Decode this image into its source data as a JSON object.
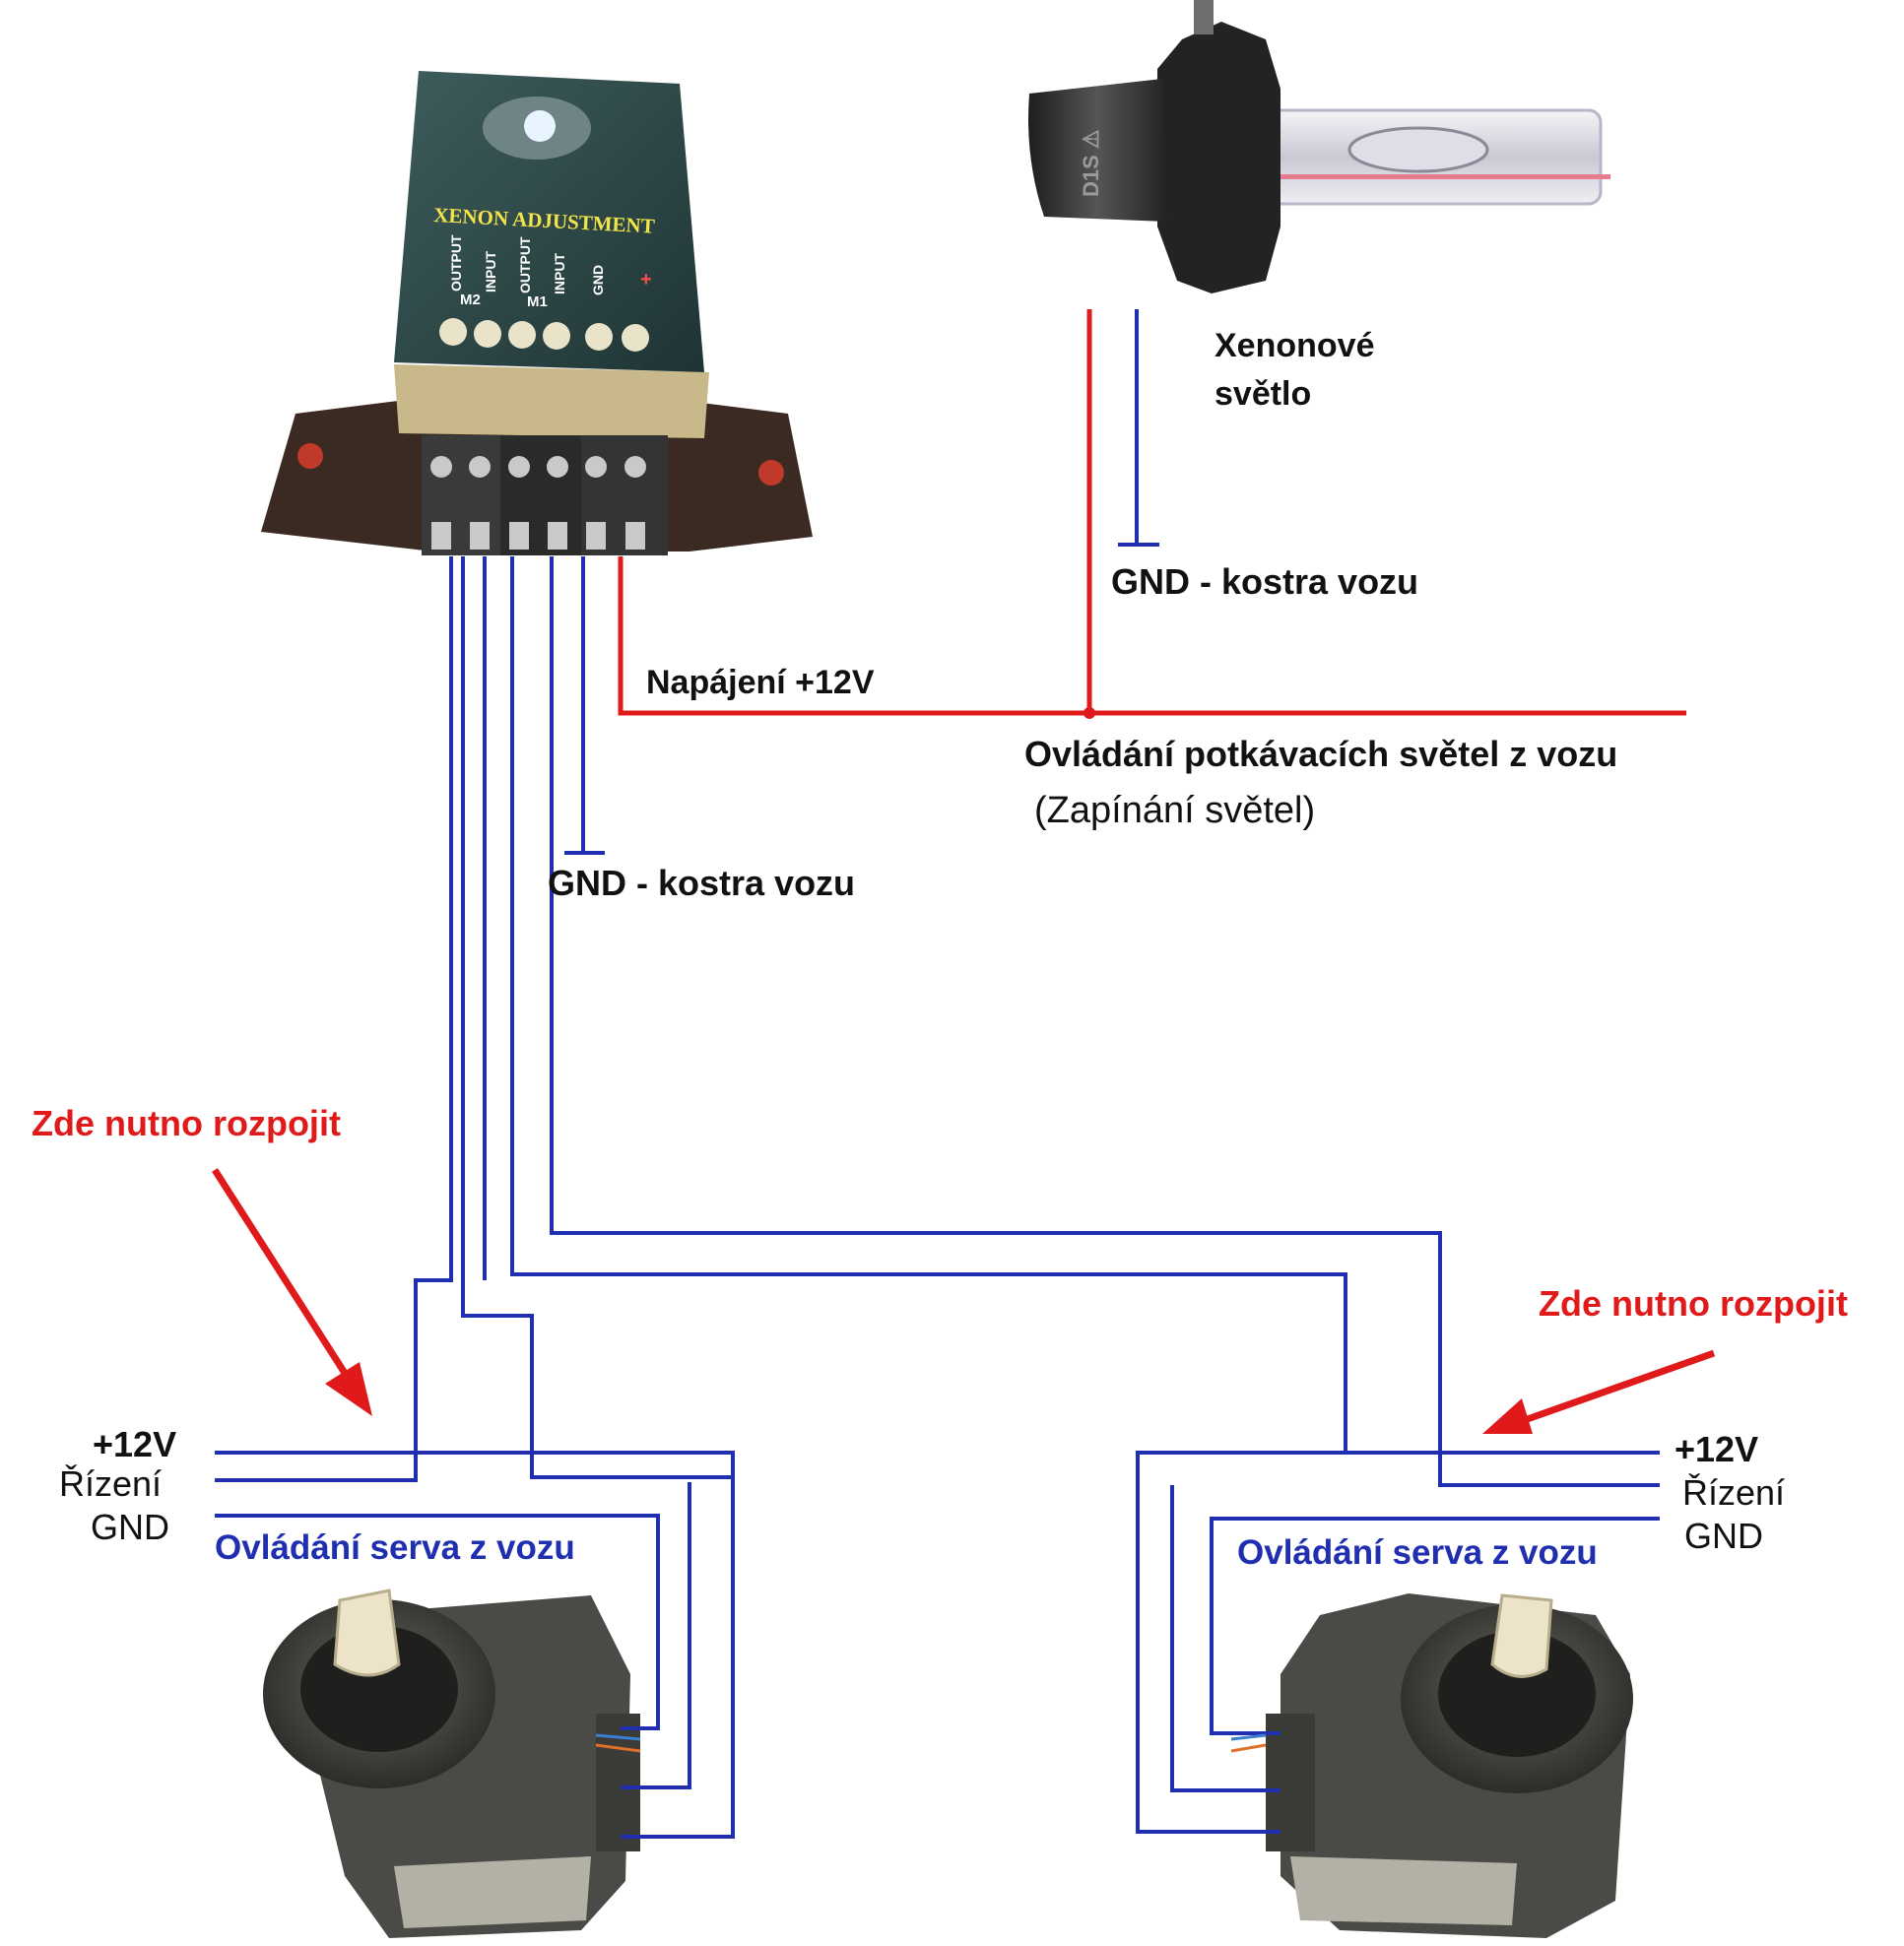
{
  "module": {
    "title": "XENON ADJUSTMENT",
    "pins": [
      "OUTPUT",
      "INPUT",
      "OUTPUT",
      "INPUT",
      "GND",
      "+"
    ],
    "groups": [
      "M2",
      "M1"
    ]
  },
  "bulb": {
    "marking": "D1S ⚠"
  },
  "labels": {
    "xenon_line1": "Xenonové",
    "xenon_line2": "světlo",
    "gnd_top": "GND - kostra vozu",
    "napajeni": "Napájení +12V",
    "ovladani_light": "Ovládání potkávacích světel z vozu",
    "zapinani": "(Zapínání světel)",
    "gnd_mid": "GND - kostra vozu",
    "zde_left": "Zde nutno rozpojit",
    "zde_right": "Zde nutno rozpojit",
    "left_plus12": "+12V",
    "left_rizeni": "Řízení",
    "left_gnd": "GND",
    "right_plus12": "+12V",
    "right_rizeni": "Řízení",
    "right_gnd": "GND",
    "servo_left": "Ovládání serva z vozu",
    "servo_right": "Ovládání serva z vozu"
  },
  "colors": {
    "wire_power": "#e01a1a",
    "wire_signal": "#1f2fb0",
    "arrow": "#e01a1a",
    "module_body": "#2e4a4a",
    "servo_body": "#4a4a46"
  }
}
